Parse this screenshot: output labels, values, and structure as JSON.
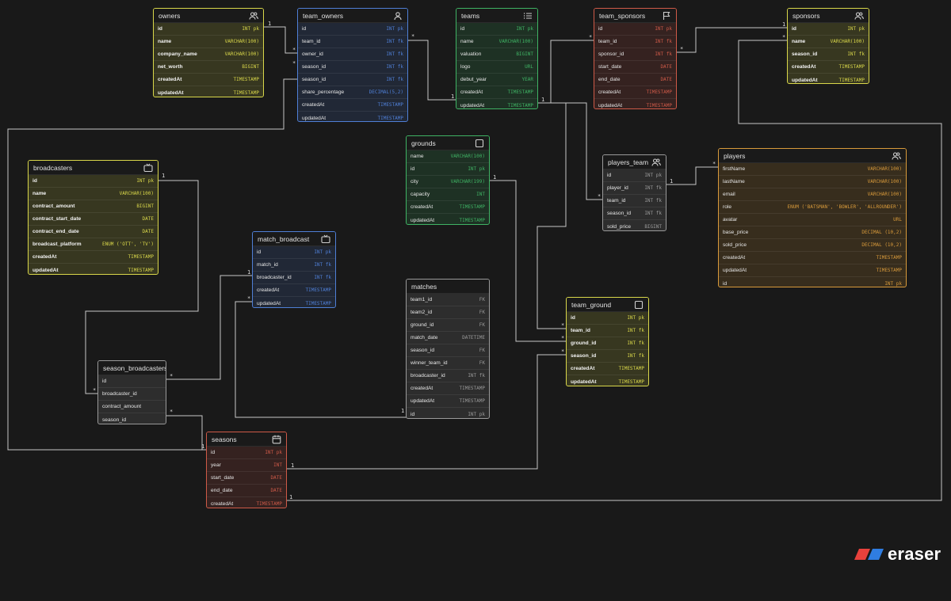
{
  "colors": {
    "yellow": "#d9d74a",
    "blue": "#4f7fd6",
    "green": "#3fb364",
    "red": "#cf5a48",
    "gray": "#9a9a9a",
    "orange": "#d89a3b",
    "line": "#c8c8c8",
    "logo_red": "#e8413c",
    "logo_blue": "#2f7de1"
  },
  "tables": [
    {
      "id": "owners",
      "name": "owners",
      "icon": "users-icon",
      "color": "yellow",
      "fields": [
        {
          "name": "id",
          "type": "INT pk"
        },
        {
          "name": "name",
          "type": "VARCHAR(100)"
        },
        {
          "name": "company_name",
          "type": "VARCHAR(100)"
        },
        {
          "name": "net_worth",
          "type": "BIGINT"
        },
        {
          "name": "createdAt",
          "type": "TIMESTAMP"
        },
        {
          "name": "updatedAt",
          "type": "TIMESTAMP"
        }
      ]
    },
    {
      "id": "team_owners",
      "name": "team_owners",
      "icon": "user-icon",
      "color": "blue",
      "fields": [
        {
          "name": "id",
          "type": "INT pk"
        },
        {
          "name": "team_id",
          "type": "INT fk"
        },
        {
          "name": "owner_id",
          "type": "INT fk"
        },
        {
          "name": "season_id",
          "type": "INT fk"
        },
        {
          "name": "season_id",
          "type": "INT fk"
        },
        {
          "name": "share_percentage",
          "type": "DECIMAL(5,2)"
        },
        {
          "name": "createdAt",
          "type": "TIMESTAMP"
        },
        {
          "name": "updatedAt",
          "type": "TIMESTAMP"
        }
      ]
    },
    {
      "id": "teams",
      "name": "teams",
      "icon": "list-icon",
      "color": "green",
      "fields": [
        {
          "name": "id",
          "type": "INT pk"
        },
        {
          "name": "name",
          "type": "VARCHAR(100)"
        },
        {
          "name": "valuation",
          "type": "BIGINT"
        },
        {
          "name": "logo",
          "type": "URL"
        },
        {
          "name": "debut_year",
          "type": "YEAR"
        },
        {
          "name": "createdAt",
          "type": "TIMESTAMP"
        },
        {
          "name": "updatedAt",
          "type": "TIMESTAMP"
        }
      ]
    },
    {
      "id": "team_sponsors",
      "name": "team_sponsors",
      "icon": "flag-icon",
      "color": "red",
      "fields": [
        {
          "name": "id",
          "type": "INT pk"
        },
        {
          "name": "team_id",
          "type": "INT fk"
        },
        {
          "name": "sponsor_id",
          "type": "INT fk"
        },
        {
          "name": "start_date",
          "type": "DATE"
        },
        {
          "name": "end_date",
          "type": "DATE"
        },
        {
          "name": "createdAt",
          "type": "TIMESTAMP"
        },
        {
          "name": "updatedAt",
          "type": "TIMESTAMP"
        }
      ]
    },
    {
      "id": "sponsors",
      "name": "sponsors",
      "icon": "users-icon",
      "color": "yellow",
      "fields": [
        {
          "name": "id",
          "type": "INT pk"
        },
        {
          "name": "name",
          "type": "VARCHAR(100)"
        },
        {
          "name": "season_id",
          "type": "INT fk"
        },
        {
          "name": "createdAt",
          "type": "TIMESTAMP"
        },
        {
          "name": "updatedAt",
          "type": "TIMESTAMP"
        }
      ]
    },
    {
      "id": "broadcasters",
      "name": "broadcasters",
      "icon": "tv-icon",
      "color": "yellow",
      "fields": [
        {
          "name": "id",
          "type": "INT pk"
        },
        {
          "name": "name",
          "type": "VARCHAR(100)"
        },
        {
          "name": "contract_amount",
          "type": "BIGINT"
        },
        {
          "name": "contract_start_date",
          "type": "DATE"
        },
        {
          "name": "contract_end_date",
          "type": "DATE"
        },
        {
          "name": "broadcast_platform",
          "type": "ENUM ('OTT', 'TV')"
        },
        {
          "name": "createdAt",
          "type": "TIMESTAMP"
        },
        {
          "name": "updatedAt",
          "type": "TIMESTAMP"
        }
      ]
    },
    {
      "id": "grounds",
      "name": "grounds",
      "icon": "square-icon",
      "color": "green",
      "fields": [
        {
          "name": "name",
          "type": "VARCHAR(100)"
        },
        {
          "name": "id",
          "type": "INT pk"
        },
        {
          "name": "city",
          "type": "VARCHAR(199)"
        },
        {
          "name": "capacity",
          "type": "INT"
        },
        {
          "name": "createdAt",
          "type": "TIMESTAMP"
        },
        {
          "name": "updatedAt",
          "type": "TIMESTAMP"
        }
      ]
    },
    {
      "id": "players_team",
      "name": "players_team",
      "icon": "users-icon",
      "color": "gray",
      "fields": [
        {
          "name": "id",
          "type": "INT pk"
        },
        {
          "name": "player_id",
          "type": "INT fk"
        },
        {
          "name": "team_id",
          "type": "INT fk"
        },
        {
          "name": "season_id",
          "type": "INT fk"
        },
        {
          "name": "sold_price",
          "type": "BIGINT"
        }
      ]
    },
    {
      "id": "players",
      "name": "players",
      "icon": "users-icon",
      "color": "orange",
      "fields": [
        {
          "name": "firstName",
          "type": "VARCHAR(100)"
        },
        {
          "name": "lastName",
          "type": "VARCHAR(100)"
        },
        {
          "name": "email",
          "type": "VARCHAR(100)"
        },
        {
          "name": "role",
          "type": "ENUM ('BATSMAN', 'BOWLER', 'ALLROUNDER')"
        },
        {
          "name": "avatar",
          "type": "URL"
        },
        {
          "name": "base_price",
          "type": "DECIMAL (10,2)"
        },
        {
          "name": "sold_price",
          "type": "DECIMAL (10,2)"
        },
        {
          "name": "createdAt",
          "type": "TIMESTAMP"
        },
        {
          "name": "updatedAt",
          "type": "TIMESTAMP"
        },
        {
          "name": "id",
          "type": "INT pk"
        }
      ]
    },
    {
      "id": "match_broadcast",
      "name": "match_broadcast",
      "icon": "tv-icon",
      "color": "blue",
      "fields": [
        {
          "name": "id",
          "type": "INT pk"
        },
        {
          "name": "match_id",
          "type": "INT fk"
        },
        {
          "name": "broadcaster_id",
          "type": "INT fk"
        },
        {
          "name": "createdAt",
          "type": "TIMESTAMP"
        },
        {
          "name": "updatedAt",
          "type": "TIMESTAMP"
        }
      ]
    },
    {
      "id": "matches",
      "name": "matches",
      "icon": "",
      "color": "gray",
      "fields": [
        {
          "name": "team1_id",
          "type": "FK"
        },
        {
          "name": "team2_id",
          "type": "FK"
        },
        {
          "name": "ground_id",
          "type": "FK"
        },
        {
          "name": "match_date",
          "type": "DATETIME"
        },
        {
          "name": "season_id",
          "type": "FK"
        },
        {
          "name": "winner_team_id",
          "type": "FK"
        },
        {
          "name": "broadcaster_id",
          "type": "INT fk"
        },
        {
          "name": "createdAt",
          "type": "TIMESTAMP"
        },
        {
          "name": "updatedAt",
          "type": "TIMESTAMP"
        },
        {
          "name": "id",
          "type": "INT pk"
        }
      ]
    },
    {
      "id": "team_ground",
      "name": "team_ground",
      "icon": "square-icon",
      "color": "yellow",
      "fields": [
        {
          "name": "id",
          "type": "INT pk"
        },
        {
          "name": "team_id",
          "type": "INT fk"
        },
        {
          "name": "ground_id",
          "type": "INT fk"
        },
        {
          "name": "season_id",
          "type": "INT fk"
        },
        {
          "name": "createdAt",
          "type": "TIMESTAMP"
        },
        {
          "name": "updatedAt",
          "type": "TIMESTAMP"
        }
      ]
    },
    {
      "id": "season_broadcasters",
      "name": "season_broadcasters",
      "icon": "",
      "color": "gray",
      "fields": [
        {
          "name": "id",
          "type": ""
        },
        {
          "name": "broadcaster_id",
          "type": ""
        },
        {
          "name": "contract_amount",
          "type": ""
        },
        {
          "name": "season_id",
          "type": ""
        }
      ]
    },
    {
      "id": "seasons",
      "name": "seasons",
      "icon": "calendar-icon",
      "color": "red",
      "fields": [
        {
          "name": "id",
          "type": "INT pk"
        },
        {
          "name": "year",
          "type": "INT"
        },
        {
          "name": "start_date",
          "type": "DATE"
        },
        {
          "name": "end_date",
          "type": "DATE"
        },
        {
          "name": "createdAt",
          "type": "TIMESTAMP"
        }
      ]
    }
  ],
  "cardinality": {
    "one": "1",
    "many": "*"
  },
  "brand": {
    "name": "eraser"
  }
}
